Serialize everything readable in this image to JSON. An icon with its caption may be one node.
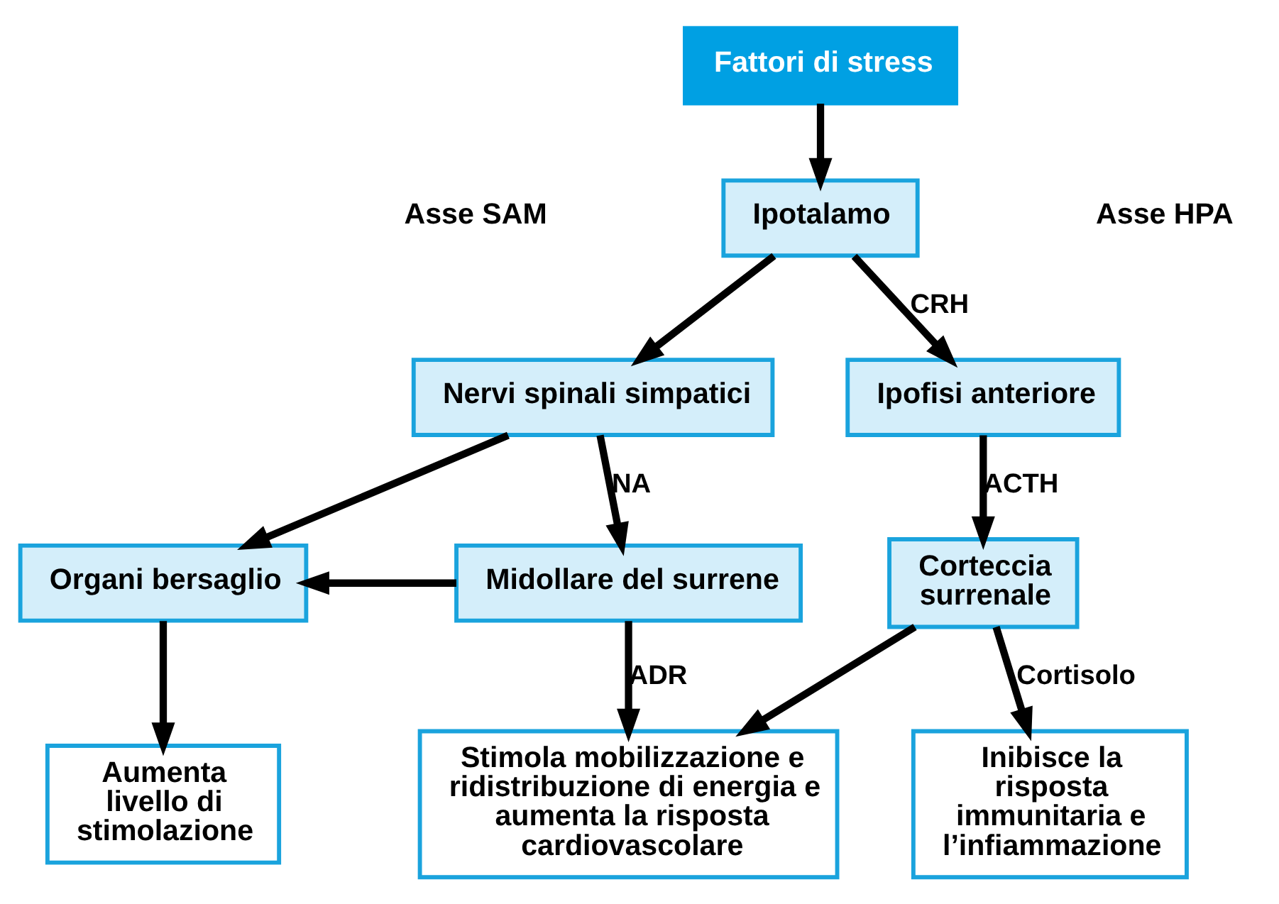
{
  "diagram": {
    "nodes": [
      {
        "text": [
          "Fattori di stress"
        ]
      },
      {
        "text": [
          "Ipotalamo"
        ]
      },
      {
        "text": [
          "Nervi spinali simpatici"
        ]
      },
      {
        "text": [
          "Ipofisi anteriore"
        ]
      },
      {
        "text": [
          "Organi bersaglio"
        ]
      },
      {
        "text": [
          "Midollare del surrene"
        ]
      },
      {
        "text": [
          "Corteccia surrenale"
        ]
      },
      {
        "text": [
          "Aumenta livello di stimolazione"
        ]
      },
      {
        "text": [
          "Stimola mobilizzazione e ridistribuzione di energia e aumenta la risposta cardiovascolare"
        ]
      },
      {
        "text": [
          "Inibisce la risposta immunitaria e l’infiammazione"
        ]
      }
    ],
    "edges": [
      {
        "from": 0,
        "to": 1,
        "arrow": "to"
      },
      {
        "from": 1,
        "to": 2,
        "arrow": "to"
      },
      {
        "from": 1,
        "to": 3,
        "arrow": "to",
        "label": "CRH"
      },
      {
        "from": 2,
        "to": 4,
        "arrow": "to"
      },
      {
        "from": 2,
        "to": 5,
        "arrow": "to",
        "label": "NA"
      },
      {
        "from": 5,
        "to": 4,
        "arrow": "to"
      },
      {
        "from": 3,
        "to": 6,
        "arrow": "to",
        "label": "ACTH"
      },
      {
        "from": 4,
        "to": 7,
        "arrow": "to"
      },
      {
        "from": 5,
        "to": 8,
        "arrow": "to",
        "label": "ADR"
      },
      {
        "from": 6,
        "to": 8,
        "arrow": "to"
      },
      {
        "from": 6,
        "to": 9,
        "arrow": "to",
        "label": "Cortisolo"
      }
    ],
    "labels": [
      "Asse SAM",
      "Asse HPA"
    ]
  }
}
